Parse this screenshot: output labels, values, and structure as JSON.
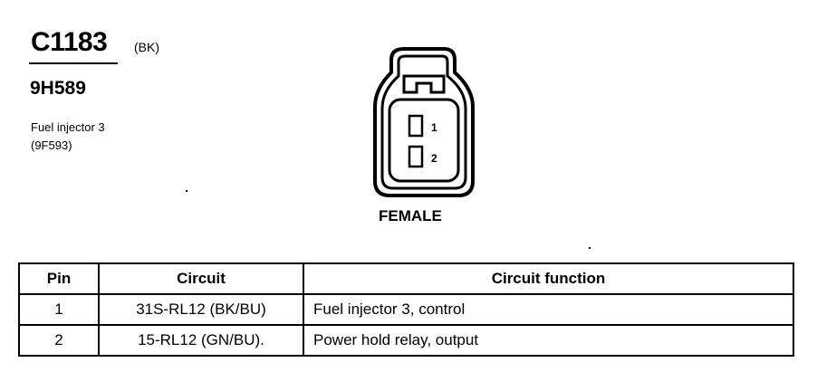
{
  "connector": {
    "id": "C1183",
    "color_code": "(BK)",
    "part_number": "9H589",
    "description_line1": "Fuel injector 3",
    "description_line2": "(9F593)",
    "gender": "FEMALE",
    "pin_labels": [
      "1",
      "2"
    ]
  },
  "table": {
    "headers": [
      "Pin",
      "Circuit",
      "Circuit function"
    ],
    "rows": [
      {
        "pin": "1",
        "circuit": "31S-RL12 (BK/BU)",
        "function": "Fuel injector 3, control"
      },
      {
        "pin": "2",
        "circuit": "15-RL12 (GN/BU).",
        "function": "Power hold relay, output"
      }
    ]
  }
}
